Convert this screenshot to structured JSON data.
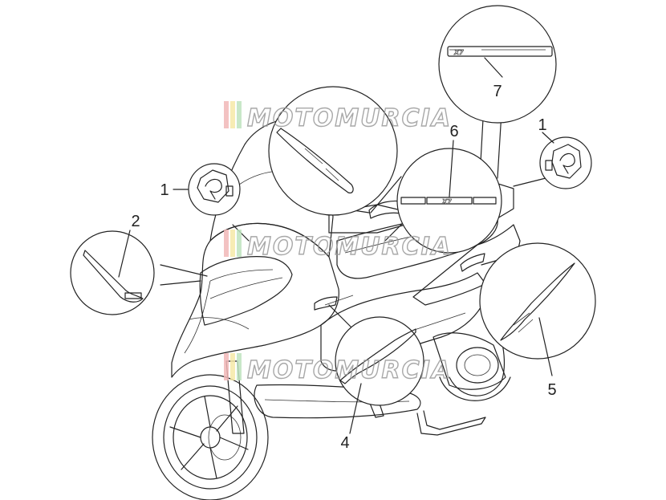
{
  "watermark": {
    "text": "MOTOMURCIA",
    "stripe_colors": [
      "#f2b8b8",
      "#f6e9a8",
      "#bfe3bf",
      "#e6e6e6"
    ]
  },
  "callouts": [
    {
      "id": "1a",
      "label": "1"
    },
    {
      "id": "1b",
      "label": "1"
    },
    {
      "id": "2",
      "label": "2"
    },
    {
      "id": "4",
      "label": "4"
    },
    {
      "id": "5",
      "label": "5"
    },
    {
      "id": "6",
      "label": "6"
    },
    {
      "id": "7",
      "label": "7"
    }
  ],
  "decal_text": {
    "model_badge": "X7",
    "side_strip": "X7"
  }
}
